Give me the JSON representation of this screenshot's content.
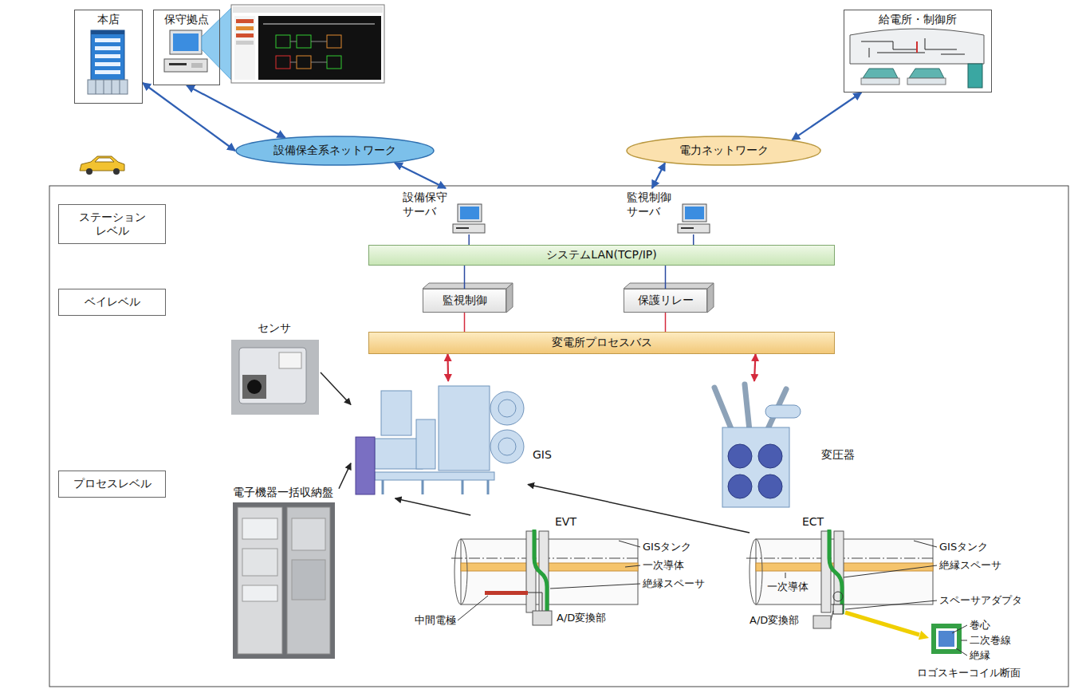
{
  "diagram": {
    "nodes": [
      {
        "text": [
          "本店"
        ]
      },
      {
        "text": [
          "保守拠点"
        ]
      },
      {
        "text": [
          "給電所・制御所"
        ]
      },
      {
        "text": [
          "設備保全系ネットワーク"
        ]
      },
      {
        "text": [
          "電力ネットワーク"
        ]
      },
      {
        "text": [
          "ステーション レベル"
        ]
      },
      {
        "text": [
          "設備保守 サーバ"
        ]
      },
      {
        "text": [
          "監視制御 サーバ"
        ]
      },
      {
        "text": [
          "システムLAN(TCP/IP)"
        ]
      },
      {
        "text": [
          "ベイレベル"
        ]
      },
      {
        "text": [
          "監視制御"
        ]
      },
      {
        "text": [
          "保護リレー"
        ]
      },
      {
        "text": [
          "センサ"
        ]
      },
      {
        "text": [
          "変電所プロセスバス"
        ]
      },
      {
        "text": [
          "プロセスレベル"
        ]
      },
      {
        "text": [
          "GIS"
        ]
      },
      {
        "text": [
          "変圧器"
        ]
      },
      {
        "text": [
          "電子機器一括収納盤"
        ]
      },
      {
        "text": [
          "EVT"
        ]
      },
      {
        "text": [
          "ECT"
        ]
      }
    ],
    "edges": [
      {
        "from": 0,
        "to": 3,
        "arrow": "both"
      },
      {
        "from": 1,
        "to": 3,
        "arrow": "both"
      },
      {
        "from": 4,
        "to": 2,
        "arrow": "both"
      },
      {
        "from": 6,
        "to": 3,
        "arrow": "both"
      },
      {
        "from": 7,
        "to": 4,
        "arrow": "both"
      },
      {
        "from": 6,
        "to": 8,
        "arrow": "none"
      },
      {
        "from": 7,
        "to": 8,
        "arrow": "none"
      },
      {
        "from": 8,
        "to": 10,
        "arrow": "none"
      },
      {
        "from": 8,
        "to": 11,
        "arrow": "none"
      },
      {
        "from": 10,
        "to": 13,
        "arrow": "none"
      },
      {
        "from": 11,
        "to": 13,
        "arrow": "none"
      },
      {
        "from": 13,
        "to": 15,
        "arrow": "both"
      },
      {
        "from": 13,
        "to": 16,
        "arrow": "both"
      },
      {
        "from": 12,
        "to": 15,
        "arrow": "to"
      },
      {
        "from": 17,
        "to": 15,
        "arrow": "to"
      },
      {
        "from": 18,
        "to": 15,
        "arrow": "to"
      },
      {
        "from": 19,
        "to": 15,
        "arrow": "to"
      }
    ],
    "labels": [
      "GISタンク",
      "一次導体",
      "絶縁スペーサ",
      "中間電極",
      "A/D変換部",
      "GISタンク",
      "絶縁スペーサ",
      "一次導体",
      "スペーサアダプタ",
      "A/D変換部",
      "巻心",
      "二次巻線",
      "絶縁",
      "ロゴスキーコイル断面"
    ]
  }
}
